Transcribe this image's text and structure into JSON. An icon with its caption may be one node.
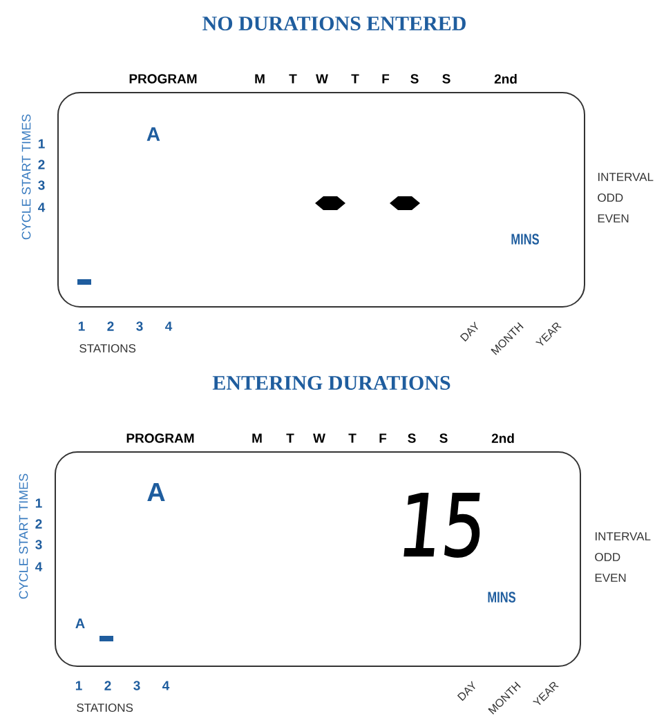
{
  "diagram": {
    "nodes": [
      {
        "text": [
          "A",
          "MINS"
        ]
      },
      {
        "text": [
          "A",
          "15",
          "MINS",
          "A"
        ]
      }
    ],
    "labels": [
      "NO DURATIONS ENTERED",
      "PROGRAM",
      "M",
      "T",
      "W",
      "T",
      "F",
      "S",
      "S",
      "2nd",
      "CYCLE START TIMES",
      "1",
      "2",
      "3",
      "4",
      "INTERVAL",
      "ODD",
      "EVEN",
      "1",
      "2",
      "3",
      "4",
      "STATIONS",
      "DAY",
      "MONTH",
      "YEAR",
      "ENTERING DURATIONS",
      "PROGRAM",
      "M",
      "T",
      "W",
      "T",
      "F",
      "S",
      "S",
      "2nd",
      "CYCLE START TIMES",
      "1",
      "2",
      "3",
      "4",
      "INTERVAL",
      "ODD",
      "EVEN",
      "1",
      "2",
      "3",
      "4",
      "STATIONS",
      "DAY",
      "MONTH",
      "YEAR"
    ]
  }
}
